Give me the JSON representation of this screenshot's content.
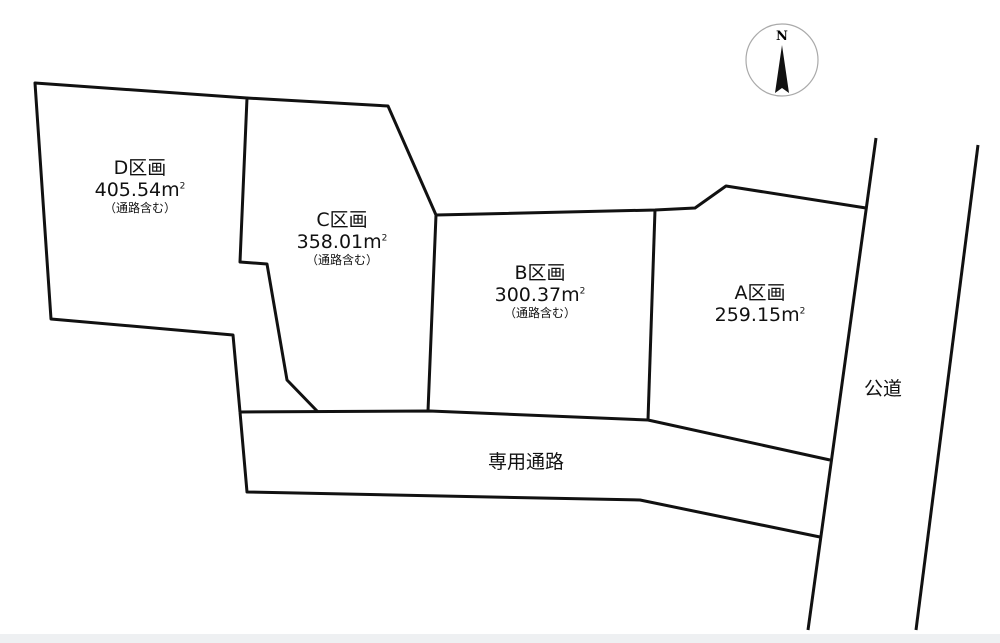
{
  "compass": {
    "label": "N"
  },
  "lots": [
    {
      "name": "D区画",
      "area": "405.54",
      "unit": "m",
      "sup": "2",
      "note": "（通路含む）"
    },
    {
      "name": "C区画",
      "area": "358.01",
      "unit": "m",
      "sup": "2",
      "note": "（通路含む）"
    },
    {
      "name": "B区画",
      "area": "300.37",
      "unit": "m",
      "sup": "2",
      "note": "（通路含む）"
    },
    {
      "name": "A区画",
      "area": "259.15",
      "unit": "m",
      "sup": "2"
    }
  ],
  "private_road": "専用通路",
  "public_road": "公道"
}
